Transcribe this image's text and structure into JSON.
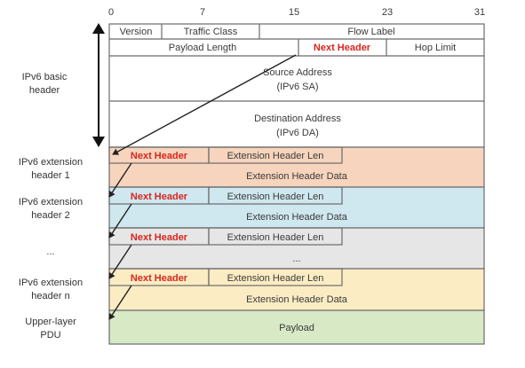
{
  "bit_ruler": [
    "0",
    "7",
    "15",
    "23",
    "31"
  ],
  "basic_header": {
    "row1": {
      "version": "Version",
      "traffic_class": "Traffic Class",
      "flow_label": "Flow Label"
    },
    "row2": {
      "payload_length": "Payload Length",
      "next_header": "Next Header",
      "hop_limit": "Hop Limit"
    },
    "source": {
      "line1": "Source Address",
      "line2": "(IPv6 SA)"
    },
    "destination": {
      "line1": "Destination Address",
      "line2": "(IPv6 DA)"
    }
  },
  "side_labels": {
    "basic": [
      "IPv6 basic",
      "header"
    ],
    "ext1": [
      "IPv6 extension",
      "header 1"
    ],
    "ext2": [
      "IPv6 extension",
      "header 2"
    ],
    "ellipsis": "...",
    "extn": [
      "IPv6 extension",
      "header n"
    ],
    "upper": [
      "Upper-layer",
      "PDU"
    ]
  },
  "ext_headers": [
    {
      "next_header": "Next Header",
      "len_label": "Extension Header Len",
      "data": "Extension Header Data",
      "color": "#f7d4bd"
    },
    {
      "next_header": "Next Header",
      "len_label": "Extension Header Len",
      "data": "Extension Header Data",
      "color": "#cfe7ef"
    },
    {
      "next_header": "Next Header",
      "len_label": "Extension Header Len",
      "data": "...",
      "color": "#e6e6e6"
    },
    {
      "next_header": "Next Header",
      "len_label": "Extension Header Len",
      "data": "Extension Header Data",
      "color": "#fbecc3"
    }
  ],
  "payload": {
    "label": "Payload",
    "color": "#d8e9c6"
  },
  "colors": {
    "next_header_text": "#d8261e",
    "border": "#6b6b6b"
  }
}
